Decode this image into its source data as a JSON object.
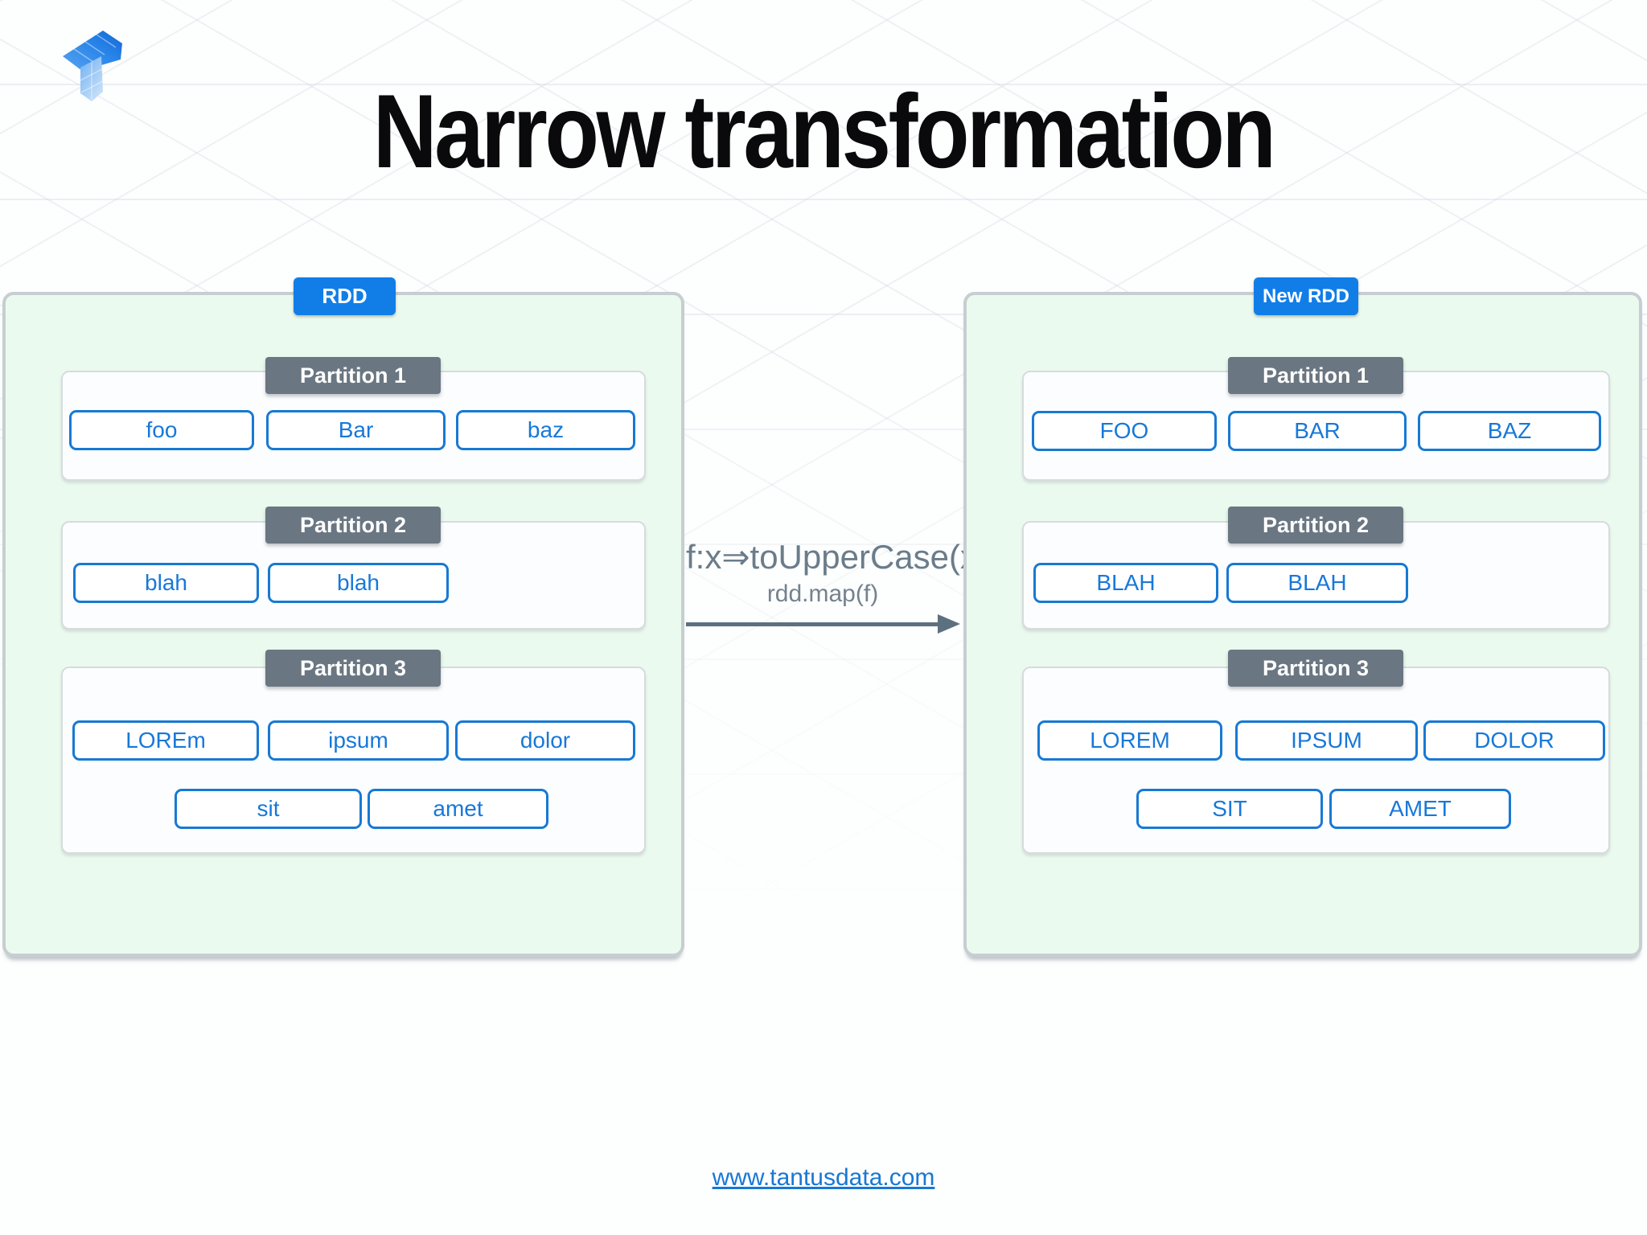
{
  "title": "Narrow transformation",
  "logo": {
    "name": "tantusdata-logo"
  },
  "rdd": {
    "label": "RDD",
    "partitions": [
      {
        "label": "Partition 1",
        "rows": [
          [
            "foo",
            "Bar",
            "baz"
          ]
        ]
      },
      {
        "label": "Partition 2",
        "rows": [
          [
            "blah",
            "blah"
          ]
        ]
      },
      {
        "label": "Partition 3",
        "rows": [
          [
            "LOREm",
            "ipsum",
            "dolor"
          ],
          [
            "sit",
            "amet"
          ]
        ]
      }
    ]
  },
  "new_rdd": {
    "label": "New RDD",
    "partitions": [
      {
        "label": "Partition 1",
        "rows": [
          [
            "FOO",
            "BAR",
            "BAZ"
          ]
        ]
      },
      {
        "label": "Partition 2",
        "rows": [
          [
            "BLAH",
            "BLAH"
          ]
        ]
      },
      {
        "label": "Partition 3",
        "rows": [
          [
            "LOREM",
            "IPSUM",
            "DOLOR"
          ],
          [
            "SIT",
            "AMET"
          ]
        ]
      }
    ]
  },
  "transformation": {
    "function_label": "f:x⇒toUpperCase(x)",
    "method_label": "rdd.map(f)"
  },
  "footer": {
    "link_text": "www.tantusdata.com"
  },
  "colors": {
    "badge_blue": "#117ee8",
    "item_blue_border": "#1779d3",
    "item_blue_text": "#1878d8",
    "partition_gray": "#6a7681",
    "group_green": "#ebfaee",
    "group_border": "#c7ced2",
    "arrow_gray": "#5d7080",
    "link_blue": "#1877d4"
  }
}
